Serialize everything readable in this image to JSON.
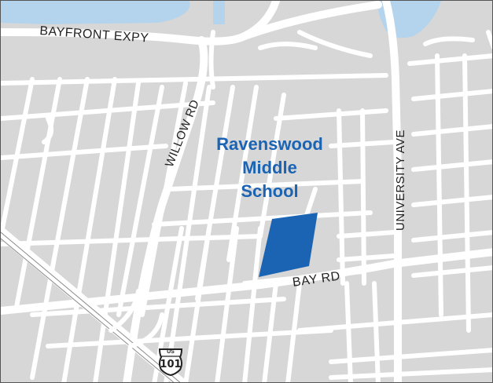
{
  "map": {
    "school_name_lines": [
      "Ravenswood",
      "Middle",
      "School"
    ],
    "roads": {
      "bayfront": "BAYFRONT EXPY",
      "willow": "WILLOW RD",
      "university": "UNIVERSITY AVE",
      "bay": "BAY RD"
    },
    "highway_shield": {
      "prefix": "US",
      "number": "101"
    },
    "colors": {
      "land": "#d7d7d7",
      "road": "#ffffff",
      "water": "#b3d4ec",
      "school": "#1b64b4",
      "label": "#222222"
    }
  }
}
